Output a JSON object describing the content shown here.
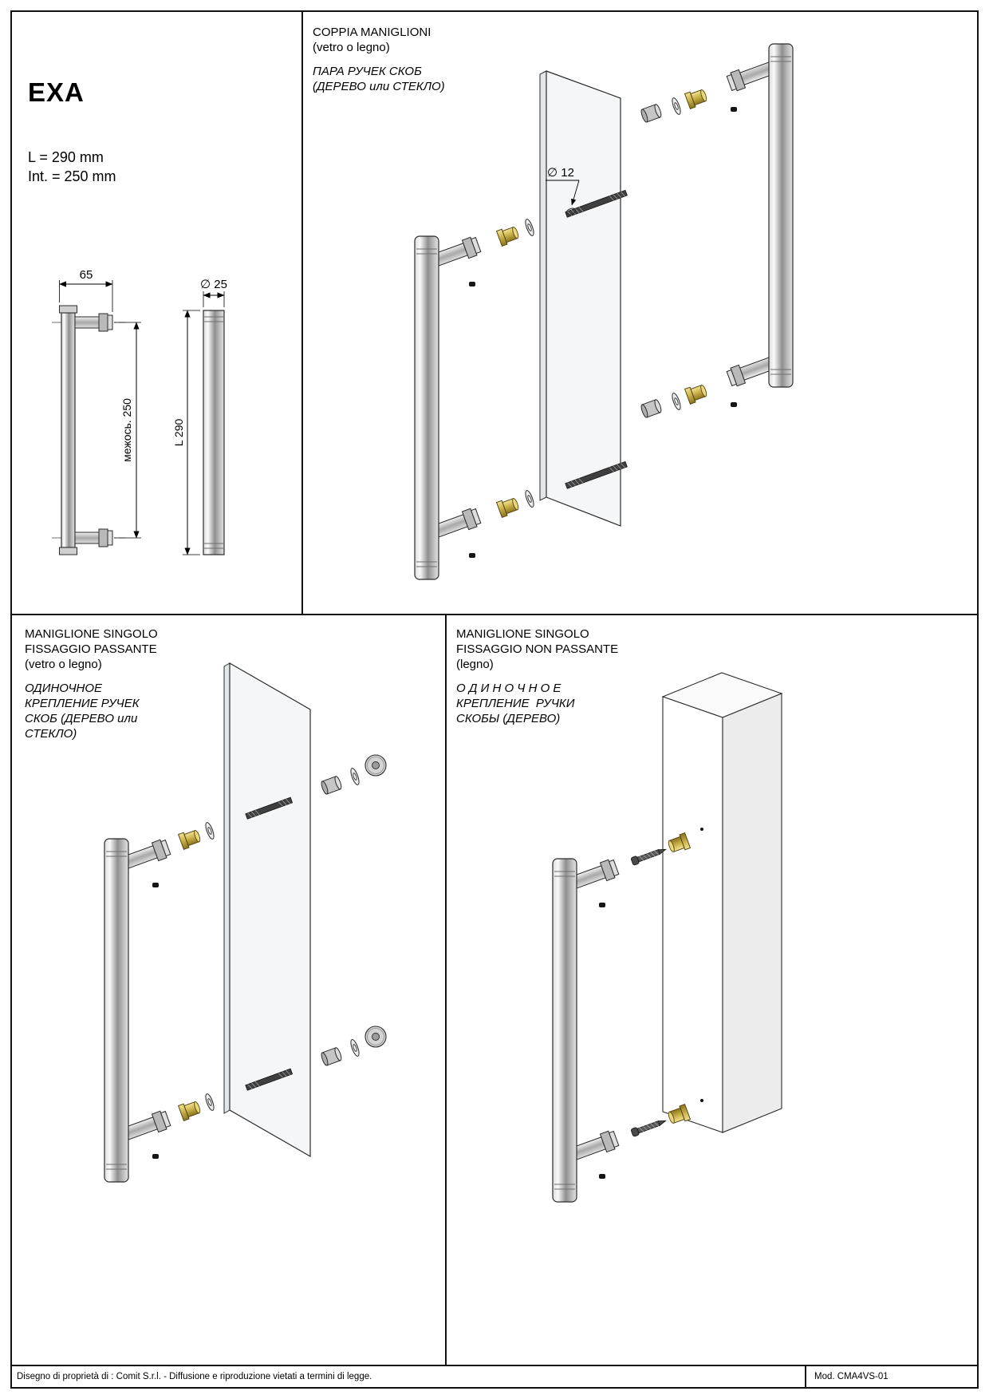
{
  "product": {
    "name": "EXA",
    "length": "L = 290 mm",
    "interaxis": "Int. = 250 mm",
    "dims": {
      "width": "65",
      "diameter": "∅ 25",
      "interaxis_label": "межось. 250",
      "length_label": "L 290"
    }
  },
  "panels": {
    "pair": {
      "title_lines": [
        "COPPIA MANIGLIONI",
        "(vetro o legno)"
      ],
      "subtitle_lines": [
        "ПАРА РУЧЕК СКОБ",
        "(ДЕРЕВО или СТЕКЛО)"
      ],
      "hole_dim": "∅ 12"
    },
    "single_through": {
      "title_lines": [
        "MANIGLIONE SINGOLO",
        "FISSAGGIO PASSANTE",
        "(vetro o legno)"
      ],
      "subtitle_lines": [
        "ОДИНОЧНОЕ",
        "КРЕПЛЕНИЕ РУЧЕК",
        "СКОБ (ДЕРЕВО или",
        "СТЕКЛО)"
      ]
    },
    "single_non_through": {
      "title_lines": [
        "MANIGLIONE SINGOLO",
        "FISSAGGIO NON PASSANTE",
        "(legno)"
      ],
      "subtitle_lines": [
        "О Д И Н О Ч Н О Е",
        "КРЕПЛЕНИЕ  РУЧКИ",
        "СКОБЫ (ДЕРЕВО)"
      ]
    }
  },
  "footer": {
    "copyright": "Disegno di proprietà di : Comit S.r.l. - Diffusione e riproduzione vietati a termini di legge.",
    "model": "Mod. CMA4VS-01"
  },
  "colors": {
    "brass": "#cdb44d",
    "metal": "#bfbfbf",
    "line": "#111111"
  }
}
